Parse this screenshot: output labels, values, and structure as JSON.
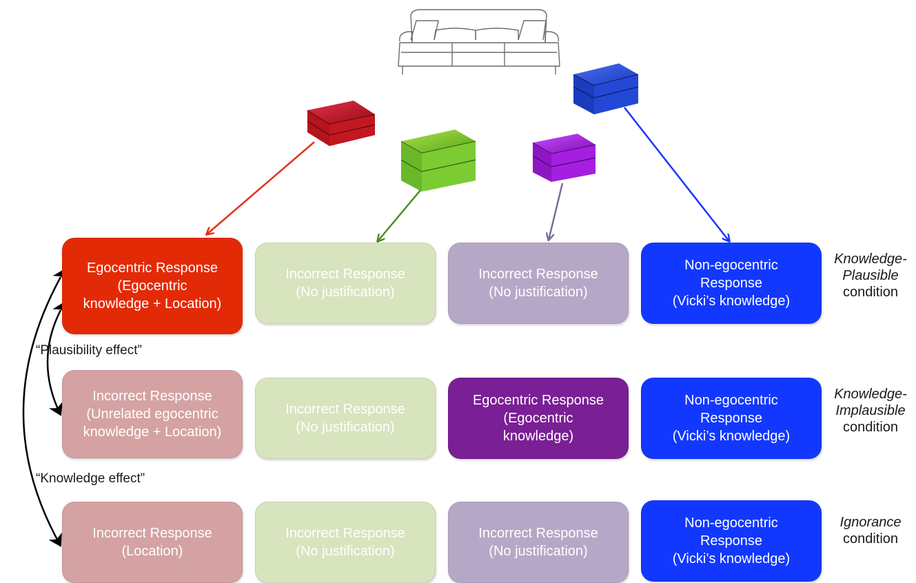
{
  "rows": [
    {
      "cells": [
        {
          "text": "Egocentric Response\n(Egocentric\nknowledge + Location)",
          "style": "red"
        },
        {
          "text": "Incorrect Response\n(No justification)",
          "style": "green-faded"
        },
        {
          "text": "Incorrect Response\n(No justification)",
          "style": "purple-faded"
        },
        {
          "text": "Non-egocentric\nResponse\n(Vicki’s knowledge)",
          "style": "blue"
        }
      ],
      "condition_italic": "Knowledge-\nPlausible",
      "condition_plain": "condition"
    },
    {
      "cells": [
        {
          "text": "Incorrect Response\n(Unrelated egocentric\nknowledge + Location)",
          "style": "red-faded"
        },
        {
          "text": "Incorrect Response\n(No justification)",
          "style": "green-faded"
        },
        {
          "text": "Egocentric Response\n(Egocentric\nknowledge)",
          "style": "purple"
        },
        {
          "text": "Non-egocentric\nResponse\n(Vicki’s knowledge)",
          "style": "blue"
        }
      ],
      "condition_italic": "Knowledge-\nImplausible",
      "condition_plain": "condition"
    },
    {
      "cells": [
        {
          "text": "Incorrect Response\n(Location)",
          "style": "red-faded"
        },
        {
          "text": "Incorrect Response\n(No justification)",
          "style": "green-faded"
        },
        {
          "text": "Incorrect Response\n(No justification)",
          "style": "purple-faded"
        },
        {
          "text": "Non-egocentric\nResponse\n(Vicki’s knowledge)",
          "style": "blue"
        }
      ],
      "condition_italic": "Ignorance",
      "condition_plain": "condition"
    }
  ],
  "effects": {
    "plausibility": "“Plausibility effect”",
    "knowledge": "“Knowledge effect”"
  },
  "icons": [
    "sofa-icon",
    "red-box-icon",
    "green-box-icon",
    "purple-box-icon",
    "blue-box-icon"
  ],
  "colors": {
    "red": "#e32a07",
    "green": "#5aa51a",
    "purple": "#a51fe0",
    "blue": "#1238ff"
  }
}
